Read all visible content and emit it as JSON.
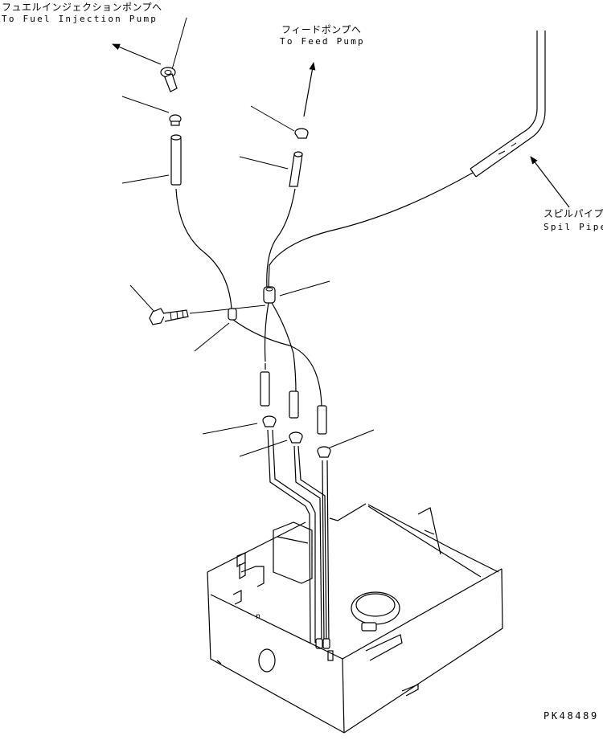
{
  "labels": {
    "fuel_injection_pump_jp": "フュエルインジェクションポンプへ",
    "fuel_injection_pump_en": "To Fuel Injection Pump",
    "feed_pump_jp": "フィードポンプへ",
    "feed_pump_en": "To Feed Pump",
    "spil_pipe_jp": "スピルパイプ",
    "spil_pipe_en": "Spil Pipe",
    "drawing_code": "PK48489"
  }
}
